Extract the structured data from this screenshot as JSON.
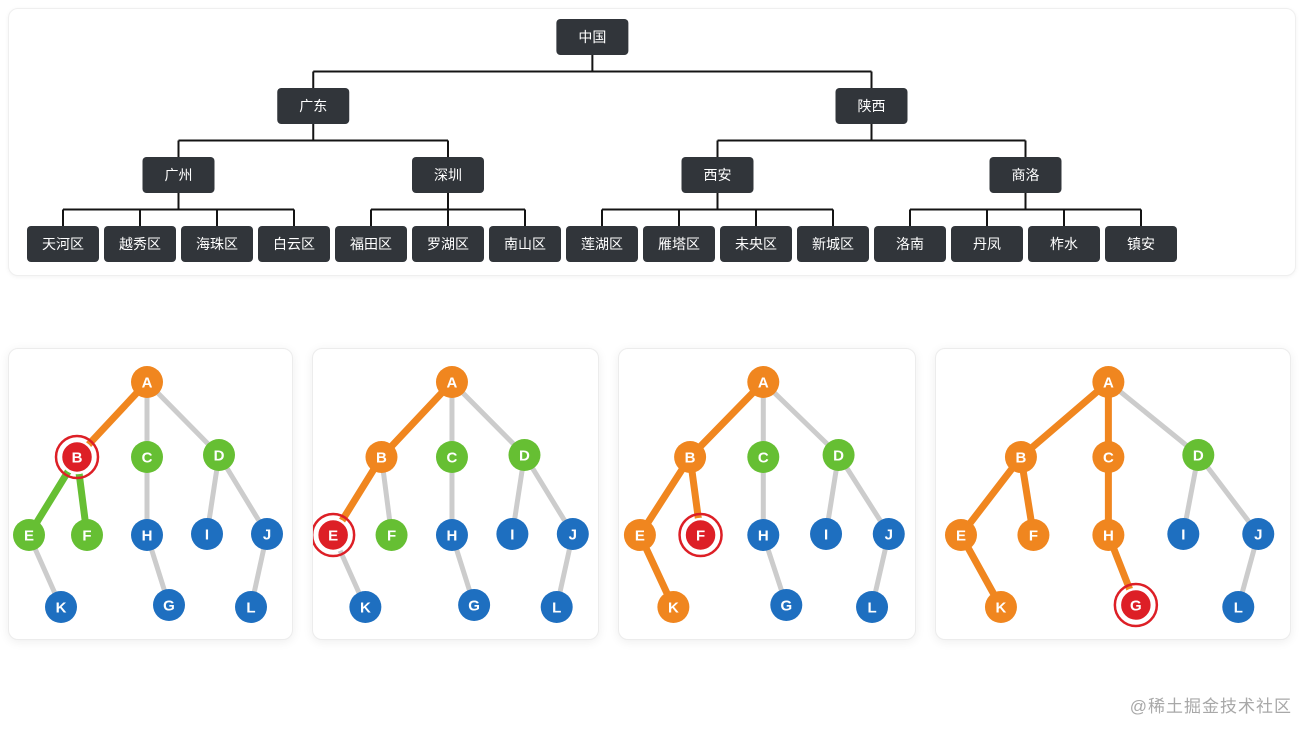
{
  "org_chart": {
    "tree": {
      "label": "中国",
      "children": [
        {
          "label": "广东",
          "children": [
            {
              "label": "广州",
              "children": [
                {
                  "label": "天河区"
                },
                {
                  "label": "越秀区"
                },
                {
                  "label": "海珠区"
                },
                {
                  "label": "白云区"
                }
              ]
            },
            {
              "label": "深圳",
              "children": [
                {
                  "label": "福田区"
                },
                {
                  "label": "罗湖区"
                },
                {
                  "label": "南山区"
                }
              ]
            }
          ]
        },
        {
          "label": "陕西",
          "children": [
            {
              "label": "西安",
              "children": [
                {
                  "label": "莲湖区"
                },
                {
                  "label": "雁塔区"
                },
                {
                  "label": "未央区"
                },
                {
                  "label": "新城区"
                }
              ]
            },
            {
              "label": "商洛",
              "children": [
                {
                  "label": "洛南"
                },
                {
                  "label": "丹凤"
                },
                {
                  "label": "柞水"
                },
                {
                  "label": "镇安"
                }
              ]
            }
          ]
        }
      ]
    },
    "colors": {
      "node_bg": "#31353a",
      "node_text": "#ffffff",
      "line": "#141414"
    }
  },
  "demo_trees": {
    "structure": {
      "nodes": [
        "A",
        "B",
        "C",
        "D",
        "E",
        "F",
        "H",
        "I",
        "J",
        "K",
        "G",
        "L"
      ],
      "edges": [
        [
          "A",
          "B"
        ],
        [
          "A",
          "C"
        ],
        [
          "A",
          "D"
        ],
        [
          "B",
          "E"
        ],
        [
          "B",
          "F"
        ],
        [
          "C",
          "H"
        ],
        [
          "D",
          "I"
        ],
        [
          "D",
          "J"
        ],
        [
          "E",
          "K"
        ],
        [
          "H",
          "G"
        ],
        [
          "J",
          "L"
        ]
      ]
    },
    "colors": {
      "orange": "#f0861f",
      "green": "#66bf33",
      "blue": "#1e6fc0",
      "target": "#dd1f26",
      "edge": "#cccccc"
    },
    "cards": [
      {
        "node_states": {
          "A": "orange",
          "B": "target",
          "C": "green",
          "D": "green",
          "E": "green",
          "F": "green",
          "H": "blue",
          "I": "blue",
          "J": "blue",
          "K": "blue",
          "G": "blue",
          "L": "blue"
        },
        "edge_states": {
          "A-B": "orange",
          "B-E": "green",
          "B-F": "green"
        }
      },
      {
        "node_states": {
          "A": "orange",
          "B": "orange",
          "C": "green",
          "D": "green",
          "E": "target",
          "F": "green",
          "H": "blue",
          "I": "blue",
          "J": "blue",
          "K": "blue",
          "G": "blue",
          "L": "blue"
        },
        "edge_states": {
          "A-B": "orange",
          "B-E": "orange"
        }
      },
      {
        "node_states": {
          "A": "orange",
          "B": "orange",
          "C": "green",
          "D": "green",
          "E": "orange",
          "F": "target",
          "H": "blue",
          "I": "blue",
          "J": "blue",
          "K": "orange",
          "G": "blue",
          "L": "blue"
        },
        "edge_states": {
          "A-B": "orange",
          "B-E": "orange",
          "E-K": "orange",
          "B-F": "orange"
        }
      },
      {
        "node_states": {
          "A": "orange",
          "B": "orange",
          "C": "orange",
          "D": "green",
          "E": "orange",
          "F": "orange",
          "H": "orange",
          "I": "blue",
          "J": "blue",
          "K": "orange",
          "G": "target",
          "L": "blue"
        },
        "edge_states": {
          "A-B": "orange",
          "B-E": "orange",
          "E-K": "orange",
          "B-F": "orange",
          "A-C": "orange",
          "C-H": "orange",
          "H-G": "orange"
        }
      }
    ]
  },
  "watermark": "@稀土掘金技术社区"
}
